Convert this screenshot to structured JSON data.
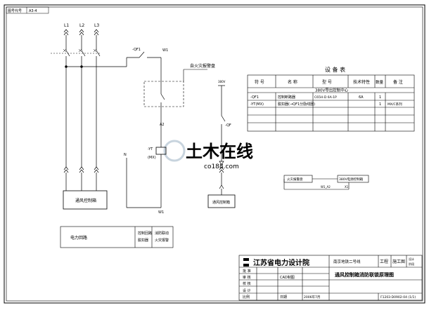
{
  "corner_tag": [
    "图号代号",
    "A3-4"
  ],
  "phases": [
    "L1",
    "L2",
    "L3"
  ],
  "labels": {
    "qf1": "-QF1",
    "w1": "W1",
    "a2": "A2",
    "n": "N",
    "yt": "-YT",
    "mx": "(MX)",
    "w1_bottom": "W1",
    "fire_linkage": "自火灾报警盘",
    "v380": "380V",
    "qf": "-QF",
    "fire_box": "火灾报警盘",
    "signal_box": "380V电源控制箱",
    "w1_a2": "W1_A2",
    "x1": "X1",
    "vent_cabinet": "通风控制箱",
    "fire_panel_right": "通风控制箱"
  },
  "equipment_table": {
    "title": "设 备 表",
    "headers": [
      "符 号",
      "名 称",
      "型 号",
      "技术特性",
      "数量",
      "备 注"
    ],
    "section": "380V导出控制中心",
    "rows": [
      [
        "-QF1",
        "控制断路器",
        "C65H-D 6A-1P",
        "6A",
        "1",
        ""
      ],
      [
        "-YT(MX)",
        "脱扣器(→QF1分励线圈)",
        "",
        "",
        "1",
        "MX/C系列"
      ],
      [
        "",
        "",
        "",
        "",
        "",
        ""
      ],
      [
        "",
        "",
        "",
        "",
        "",
        ""
      ],
      [
        "",
        "",
        "",
        "",
        "",
        ""
      ]
    ]
  },
  "circuit_legend": {
    "power": "电力回路",
    "control": [
      "控制回路",
      "脱扣器"
    ],
    "fire": [
      "消防联动",
      "火灾报警"
    ]
  },
  "title_block": {
    "company": "江苏省电力设计院",
    "project": "南京地铁二号线",
    "stage_label": "工程",
    "stage_value": "施工图",
    "stage_small": [
      "设计",
      "阶段"
    ],
    "row_labels": [
      "批 准",
      "审 核",
      "校 核",
      "设 计"
    ],
    "cad_label": "CAD制图",
    "date_label": "日期",
    "date_value": "2006年7月",
    "scale_label": "比例",
    "drawing_title": "通风控制箱消防联锁原理图",
    "drawing_number": "F1203-D0902-04 (1/1)"
  },
  "watermark": {
    "name": "土木在线",
    "url": "co188.com"
  },
  "colors": {
    "line": "#000000",
    "accent_blue": "#1a3fb0",
    "watermark": "#c8d4de"
  }
}
